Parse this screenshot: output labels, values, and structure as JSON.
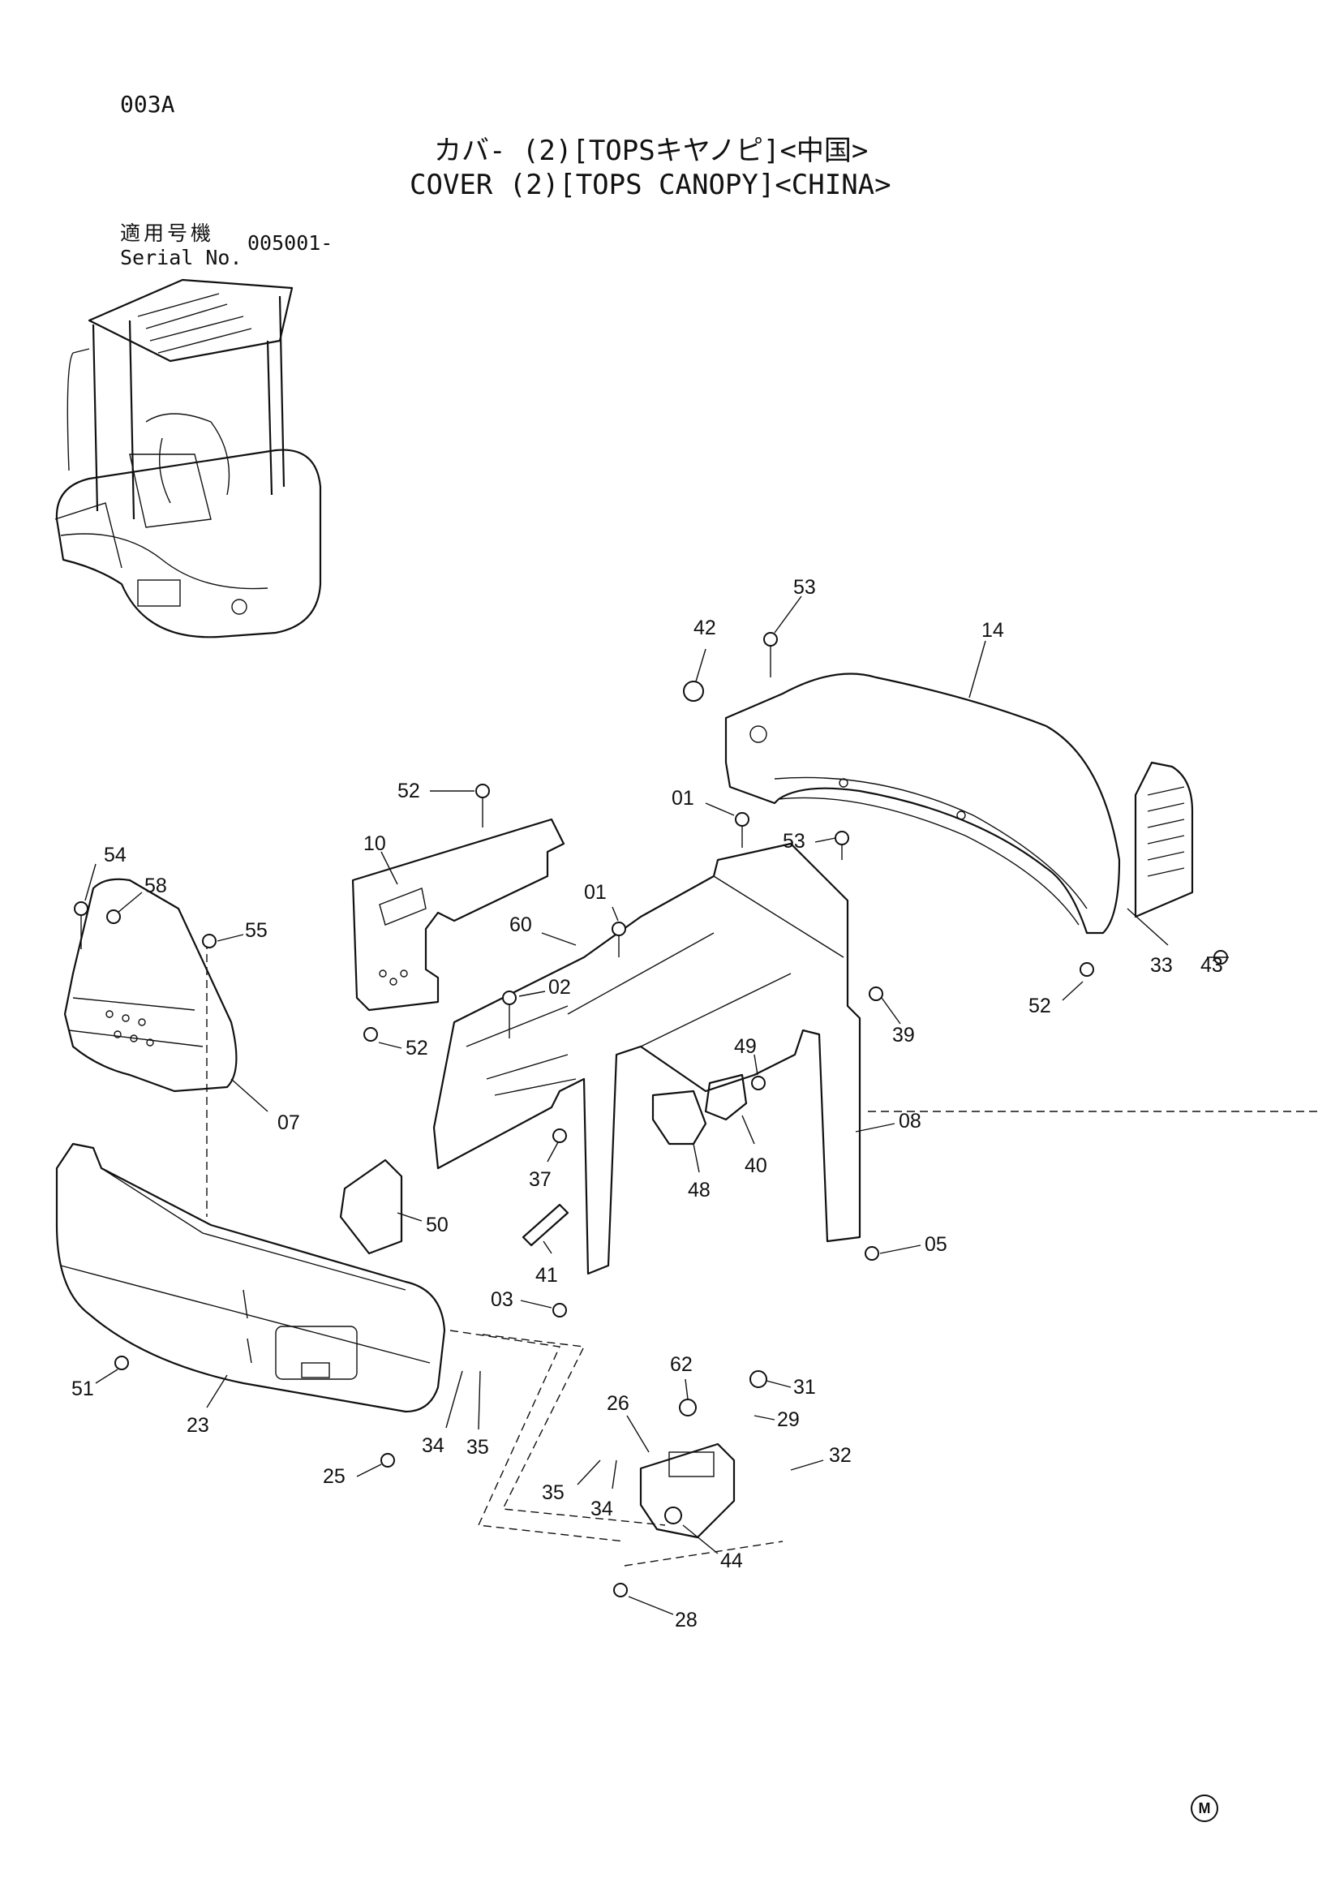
{
  "page": {
    "code": "003A",
    "title_ja": "カバ- (2)[TOPSキヤノピ]<中国>",
    "title_en": "COVER (2)[TOPS CANOPY]<CHINA>",
    "serial_label_ja": "適用号機",
    "serial_label_en": "Serial No.",
    "serial_value": "005001-",
    "footer_mark": "M"
  },
  "callouts": [
    {
      "id": "53a",
      "label": "53"
    },
    {
      "id": "42",
      "label": "42"
    },
    {
      "id": "14",
      "label": "14"
    },
    {
      "id": "52a",
      "label": "52"
    },
    {
      "id": "01a",
      "label": "01"
    },
    {
      "id": "53b",
      "label": "53"
    },
    {
      "id": "10",
      "label": "10"
    },
    {
      "id": "54",
      "label": "54"
    },
    {
      "id": "58",
      "label": "58"
    },
    {
      "id": "55",
      "label": "55"
    },
    {
      "id": "60",
      "label": "60"
    },
    {
      "id": "01b",
      "label": "01"
    },
    {
      "id": "02",
      "label": "02"
    },
    {
      "id": "52b",
      "label": "52"
    },
    {
      "id": "43",
      "label": "43"
    },
    {
      "id": "33",
      "label": "33"
    },
    {
      "id": "52c",
      "label": "52"
    },
    {
      "id": "39",
      "label": "39"
    },
    {
      "id": "07",
      "label": "07"
    },
    {
      "id": "49",
      "label": "49"
    },
    {
      "id": "08",
      "label": "08"
    },
    {
      "id": "37",
      "label": "37"
    },
    {
      "id": "40",
      "label": "40"
    },
    {
      "id": "48",
      "label": "48"
    },
    {
      "id": "50",
      "label": "50"
    },
    {
      "id": "05",
      "label": "05"
    },
    {
      "id": "41",
      "label": "41"
    },
    {
      "id": "03",
      "label": "03"
    },
    {
      "id": "62",
      "label": "62"
    },
    {
      "id": "31",
      "label": "31"
    },
    {
      "id": "51",
      "label": "51"
    },
    {
      "id": "23",
      "label": "23"
    },
    {
      "id": "34a",
      "label": "34"
    },
    {
      "id": "35a",
      "label": "35"
    },
    {
      "id": "26",
      "label": "26"
    },
    {
      "id": "29",
      "label": "29"
    },
    {
      "id": "32",
      "label": "32"
    },
    {
      "id": "25",
      "label": "25"
    },
    {
      "id": "35b",
      "label": "35"
    },
    {
      "id": "34b",
      "label": "34"
    },
    {
      "id": "44",
      "label": "44"
    },
    {
      "id": "28",
      "label": "28"
    }
  ]
}
